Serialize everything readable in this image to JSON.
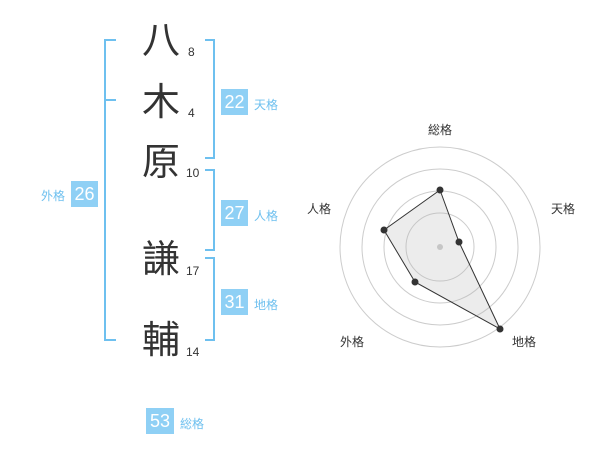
{
  "name": {
    "chars": [
      {
        "char": "八",
        "strokes": "8"
      },
      {
        "char": "木",
        "strokes": "4"
      },
      {
        "char": "原",
        "strokes": "10"
      },
      {
        "char": "謙",
        "strokes": "17"
      },
      {
        "char": "輔",
        "strokes": "14"
      }
    ]
  },
  "kakusu": {
    "tenkaku": {
      "value": "22",
      "label": "天格"
    },
    "jinkaku": {
      "value": "27",
      "label": "人格"
    },
    "chikaku": {
      "value": "31",
      "label": "地格"
    },
    "gaikaku": {
      "value": "26",
      "label": "外格"
    },
    "soukaku": {
      "value": "53",
      "label": "総格"
    }
  },
  "radar": {
    "labels": {
      "top": "総格",
      "right": "天格",
      "bottom_right": "地格",
      "bottom_left": "外格",
      "left": "人格"
    }
  },
  "colors": {
    "accent": "#8fd0f5",
    "bracket": "#6ec0ef",
    "text": "#333333"
  }
}
